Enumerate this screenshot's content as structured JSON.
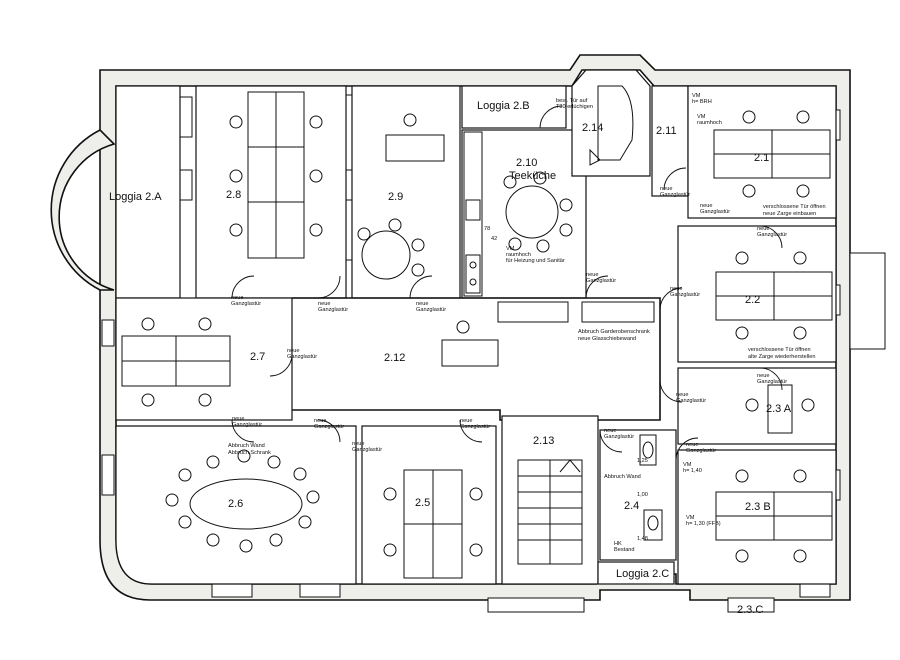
{
  "rooms": {
    "loggia_2a": "Loggia 2.A",
    "loggia_2b": "Loggia 2.B",
    "loggia_2c": "Loggia 2.C",
    "r2_1": "2.1",
    "r2_2": "2.2",
    "r2_3a": "2.3 A",
    "r2_3b": "2.3 B",
    "r2_3c": "2.3.C",
    "r2_4": "2.4",
    "r2_5": "2.5",
    "r2_6": "2.6",
    "r2_7": "2.7",
    "r2_8": "2.8",
    "r2_9": "2.9",
    "r2_10": "2.10",
    "teekueche": "Teeküche",
    "r2_11": "2.11",
    "r2_12": "2.12",
    "r2_13": "2.13",
    "r2_14": "2.14"
  },
  "notes": {
    "neue": "neue",
    "ganzglastuer": "Ganzglastür",
    "abbruch_wand": "Abbruch Wand",
    "abbruch_schrank": "Abbruch Schrank",
    "abbruch_garderobe": "Abbruch Garderobenschrank",
    "neue_glasschiebewand": "neue Glasschiebewand",
    "verschl_tuer_1a": "verschlossene Tür öffnen",
    "verschl_tuer_1b": "neue Zarge einbauen",
    "verschl_tuer_2a": "verschlossene Tür öffnen",
    "verschl_tuer_2b": "alte Zarge wiederherstellen",
    "best_tuer_1": "best. Tür auf",
    "best_tuer_2": "T30 erlüchigen",
    "vm_raumhoch_1": "VM",
    "vm_raumhoch_2": "raumhoch",
    "vm_raumhoch_3": "für Heizung und Sanitär",
    "vm_brh": "VM",
    "vm_brh_2": "h= BRH",
    "vm_rh": "VM",
    "vm_rh_2": "raumhoch",
    "vm_14": "VM",
    "vm_14_2": "h= 1,40",
    "vm_130": "VM",
    "vm_130_2": "h= 1,30 (FFB)",
    "hk_bestand_1": "HK",
    "hk_bestand_2": "Bestand",
    "dim_42": "42",
    "dim_78": "78",
    "dim_125": "1,25",
    "dim_100": "1,00",
    "dim_148": "1,48"
  }
}
